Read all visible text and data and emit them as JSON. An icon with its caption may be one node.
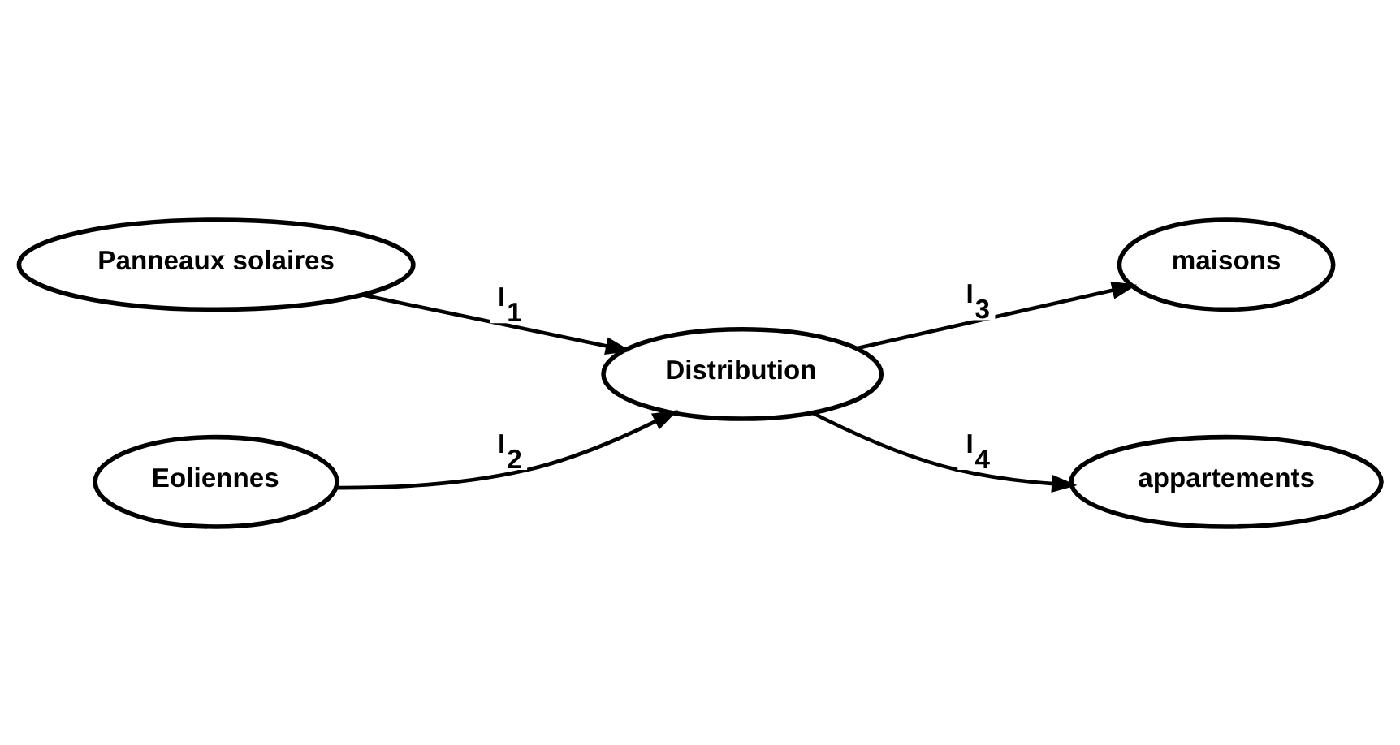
{
  "diagram": {
    "nodes": [
      {
        "text": [
          "Panneaux solaires"
        ]
      },
      {
        "text": [
          "Eoliennes"
        ]
      },
      {
        "text": [
          "Distribution"
        ]
      },
      {
        "text": [
          "maisons"
        ]
      },
      {
        "text": [
          "appartements"
        ]
      }
    ],
    "edges": [
      {
        "from": 0,
        "to": 2,
        "arrow": "to",
        "label": "I$_{1}$"
      },
      {
        "from": 1,
        "to": 2,
        "arrow": "to",
        "label": "I$_{2}$"
      },
      {
        "from": 2,
        "to": 3,
        "arrow": "to",
        "label": "I$_{3}$"
      },
      {
        "from": 2,
        "to": 4,
        "arrow": "to",
        "label": "I$_{4}$"
      }
    ]
  }
}
